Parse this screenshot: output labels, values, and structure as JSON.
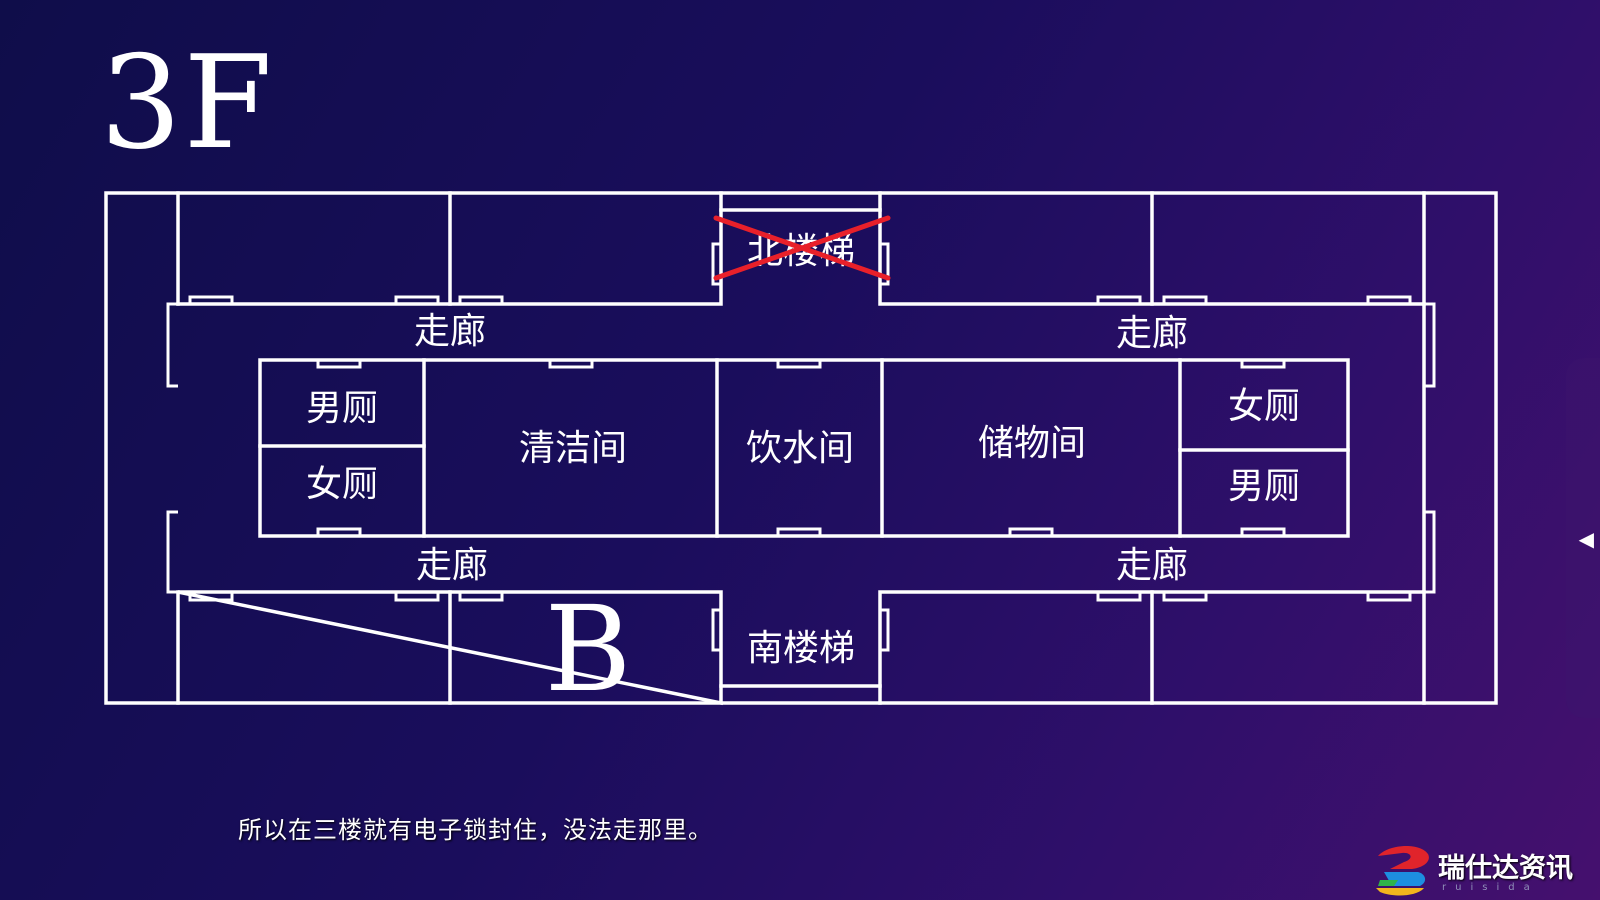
{
  "floor": {
    "title": "3F"
  },
  "rooms": {
    "north_stairs": "北楼梯",
    "south_stairs": "南楼梯",
    "corridor_top_left": "走廊",
    "corridor_top_right": "走廊",
    "corridor_bottom_left": "走廊",
    "corridor_bottom_right": "走廊",
    "mens_room_left": "男厕",
    "womens_room_left": "女厕",
    "cleaning_room": "清洁间",
    "water_room": "饮水间",
    "storage_room": "储物间",
    "womens_room_right": "女厕",
    "mens_room_right": "男厕",
    "marker_b": "B"
  },
  "markers": {
    "north_stairs_blocked": true,
    "block_color": "#e8202a"
  },
  "subtitle": {
    "text": "所以在三楼就有电子锁封住，没法走那里。"
  },
  "logo": {
    "text": "瑞仕达资讯",
    "sub": "ruisida"
  },
  "colors": {
    "wall": "#ffffff",
    "background_start": "#0f0d4a",
    "background_end": "#45106e"
  }
}
